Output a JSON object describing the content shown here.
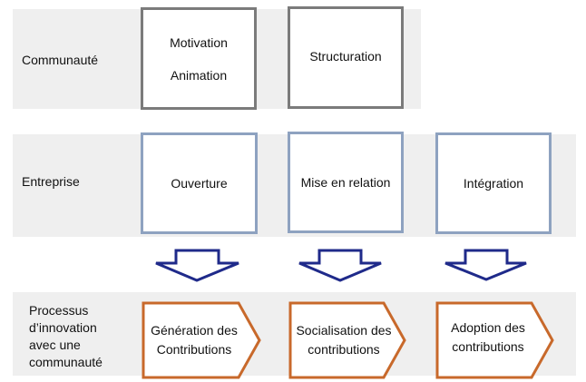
{
  "rows": {
    "communaute": {
      "label": "Communauté",
      "boxes": [
        {
          "lines": [
            "Motivation",
            "Animation"
          ]
        },
        {
          "text": "Structuration"
        }
      ]
    },
    "entreprise": {
      "label": "Entreprise",
      "boxes": [
        {
          "text": "Ouverture"
        },
        {
          "text": "Mise en relation"
        },
        {
          "text": "Intégration"
        }
      ]
    },
    "processus": {
      "label_lines": [
        "Processus",
        "d’innovation",
        "avec une",
        "communauté"
      ],
      "steps": [
        {
          "lines": [
            "Génération des",
            "Contributions"
          ]
        },
        {
          "lines": [
            "Socialisation des",
            "contributions"
          ]
        },
        {
          "lines": [
            "Adoption des",
            "contributions"
          ]
        }
      ]
    }
  },
  "colors": {
    "band": "#efefef",
    "grey_border": "#7b7b7b",
    "blue_border": "#8ea2c0",
    "arrow": "#1f2a8a",
    "pentagon_border": "#c8692b"
  }
}
